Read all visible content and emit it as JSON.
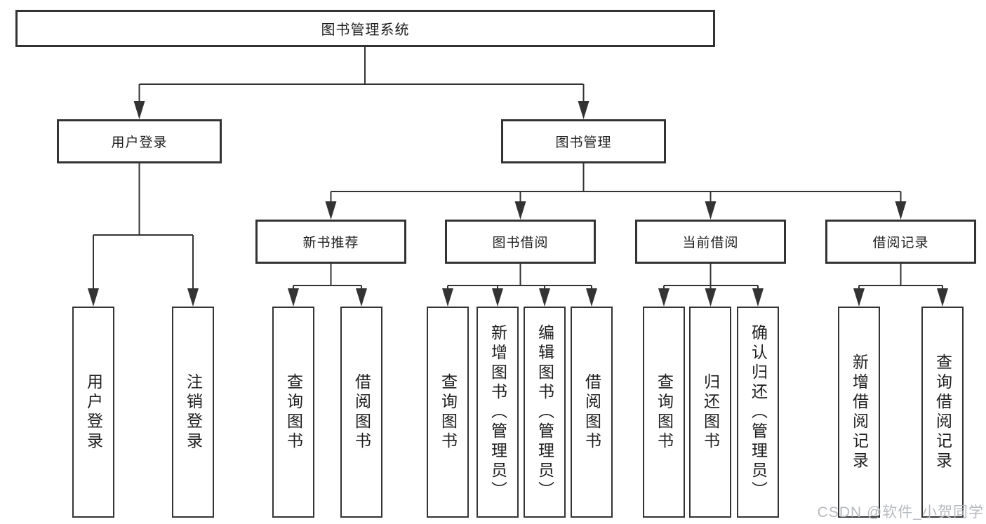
{
  "diagram": {
    "root": {
      "label": "图书管理系统"
    },
    "user_login": {
      "label": "用户登录",
      "children": [
        {
          "label": "用户登录"
        },
        {
          "label": "注销登录"
        }
      ]
    },
    "book_management": {
      "label": "图书管理",
      "sections": [
        {
          "label": "新书推荐",
          "children": [
            {
              "label": "查询图书"
            },
            {
              "label": "借阅图书"
            }
          ]
        },
        {
          "label": "图书借阅",
          "children": [
            {
              "label": "查询图书"
            },
            {
              "label": "新增图书（管理员）"
            },
            {
              "label": "编辑图书（管理员）"
            },
            {
              "label": "借阅图书"
            }
          ]
        },
        {
          "label": "当前借阅",
          "children": [
            {
              "label": "查询图书"
            },
            {
              "label": "归还图书"
            },
            {
              "label": "确认归还（管理员）"
            }
          ]
        },
        {
          "label": "借阅记录",
          "children": [
            {
              "label": "新增借阅记录"
            },
            {
              "label": "查询借阅记录"
            }
          ]
        }
      ]
    }
  },
  "watermark": {
    "text": "CSDN @软件_小贺同学"
  },
  "colors": {
    "line": "#333333",
    "box_border": "#333333",
    "text": "#1f1f1f",
    "watermark": "#b4b7bc",
    "background": "#ffffff"
  }
}
